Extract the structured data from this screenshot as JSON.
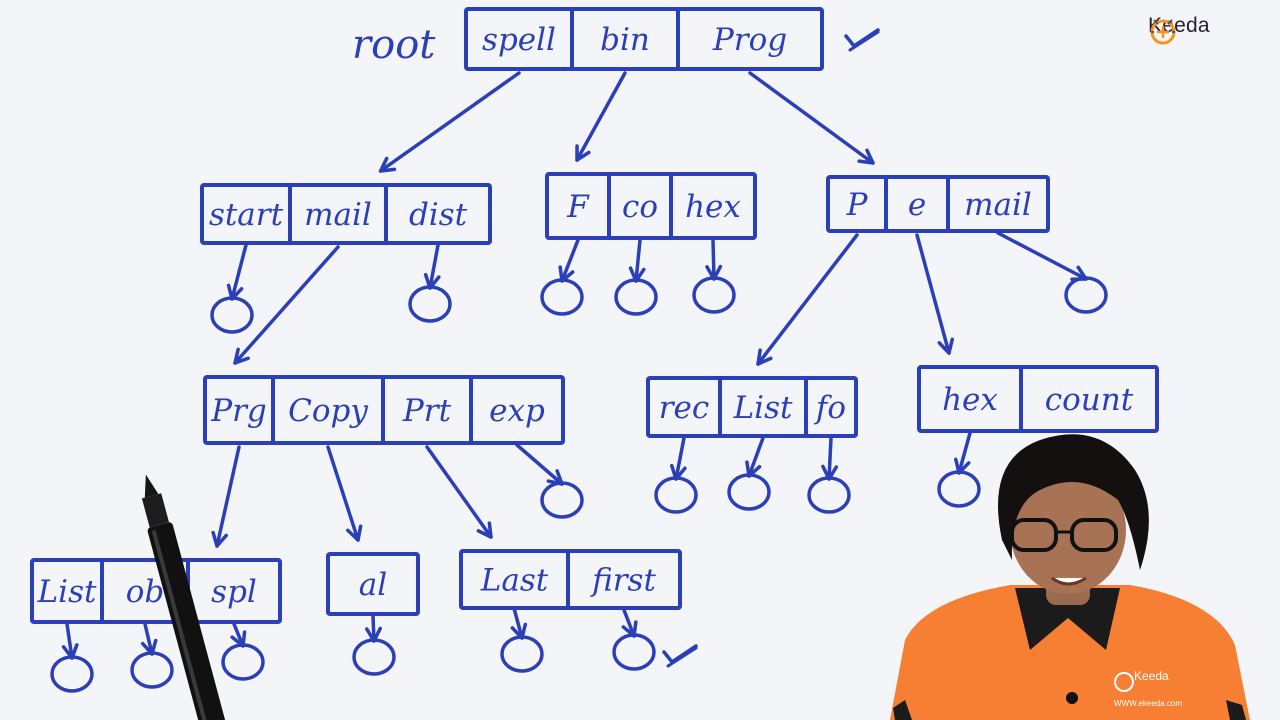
{
  "brand": {
    "logo_text": "Keeda",
    "shirt_logo_text": "Keeda",
    "shirt_url_text": "WWW.ekeeda.com",
    "accent": "#f7931e"
  },
  "ink_color": "#2a3fb8",
  "root_label": "root",
  "nodes": [
    {
      "id": "root",
      "cells": [
        "spell",
        "bin",
        "Prog"
      ]
    },
    {
      "id": "n_spell",
      "cells": [
        "start",
        "mail",
        "dist"
      ]
    },
    {
      "id": "n_bin",
      "cells": [
        "F",
        "co",
        "hex"
      ]
    },
    {
      "id": "n_prog",
      "cells": [
        "P",
        "e",
        "mail"
      ]
    },
    {
      "id": "n_mail",
      "cells": [
        "Prg",
        "Copy",
        "Prt",
        "exp"
      ]
    },
    {
      "id": "n_p",
      "cells": [
        "rec",
        "List",
        "fo"
      ]
    },
    {
      "id": "n_e",
      "cells": [
        "hex",
        "count"
      ]
    },
    {
      "id": "n_prg",
      "cells": [
        "List",
        "ob",
        "spl"
      ]
    },
    {
      "id": "n_copy",
      "cells": [
        "al"
      ]
    },
    {
      "id": "n_prt",
      "cells": [
        "Last",
        "first"
      ]
    }
  ],
  "edges": [
    {
      "from": "root",
      "cell": 0,
      "to": "n_spell"
    },
    {
      "from": "root",
      "cell": 1,
      "to": "n_bin"
    },
    {
      "from": "root",
      "cell": 2,
      "to": "n_prog"
    },
    {
      "from": "n_spell",
      "cell": 0,
      "to": "leaf"
    },
    {
      "from": "n_spell",
      "cell": 1,
      "to": "n_mail"
    },
    {
      "from": "n_spell",
      "cell": 2,
      "to": "leaf"
    },
    {
      "from": "n_bin",
      "cell": 0,
      "to": "leaf"
    },
    {
      "from": "n_bin",
      "cell": 1,
      "to": "leaf"
    },
    {
      "from": "n_bin",
      "cell": 2,
      "to": "leaf"
    },
    {
      "from": "n_prog",
      "cell": 0,
      "to": "n_p"
    },
    {
      "from": "n_prog",
      "cell": 1,
      "to": "n_e"
    },
    {
      "from": "n_prog",
      "cell": 2,
      "to": "leaf"
    },
    {
      "from": "n_mail",
      "cell": 0,
      "to": "n_prg"
    },
    {
      "from": "n_mail",
      "cell": 1,
      "to": "n_copy"
    },
    {
      "from": "n_mail",
      "cell": 2,
      "to": "n_prt"
    },
    {
      "from": "n_mail",
      "cell": 3,
      "to": "leaf"
    },
    {
      "from": "n_p",
      "cell": 0,
      "to": "leaf"
    },
    {
      "from": "n_p",
      "cell": 1,
      "to": "leaf"
    },
    {
      "from": "n_p",
      "cell": 2,
      "to": "leaf"
    },
    {
      "from": "n_e",
      "cell": 0,
      "to": "leaf"
    },
    {
      "from": "n_prg",
      "cell": 0,
      "to": "leaf"
    },
    {
      "from": "n_prg",
      "cell": 1,
      "to": "leaf"
    },
    {
      "from": "n_prg",
      "cell": 2,
      "to": "leaf"
    },
    {
      "from": "n_copy",
      "cell": 0,
      "to": "leaf"
    },
    {
      "from": "n_prt",
      "cell": 0,
      "to": "leaf"
    },
    {
      "from": "n_prt",
      "cell": 1,
      "to": "leaf"
    }
  ],
  "check_marks": [
    "root",
    "n_prt_first"
  ]
}
